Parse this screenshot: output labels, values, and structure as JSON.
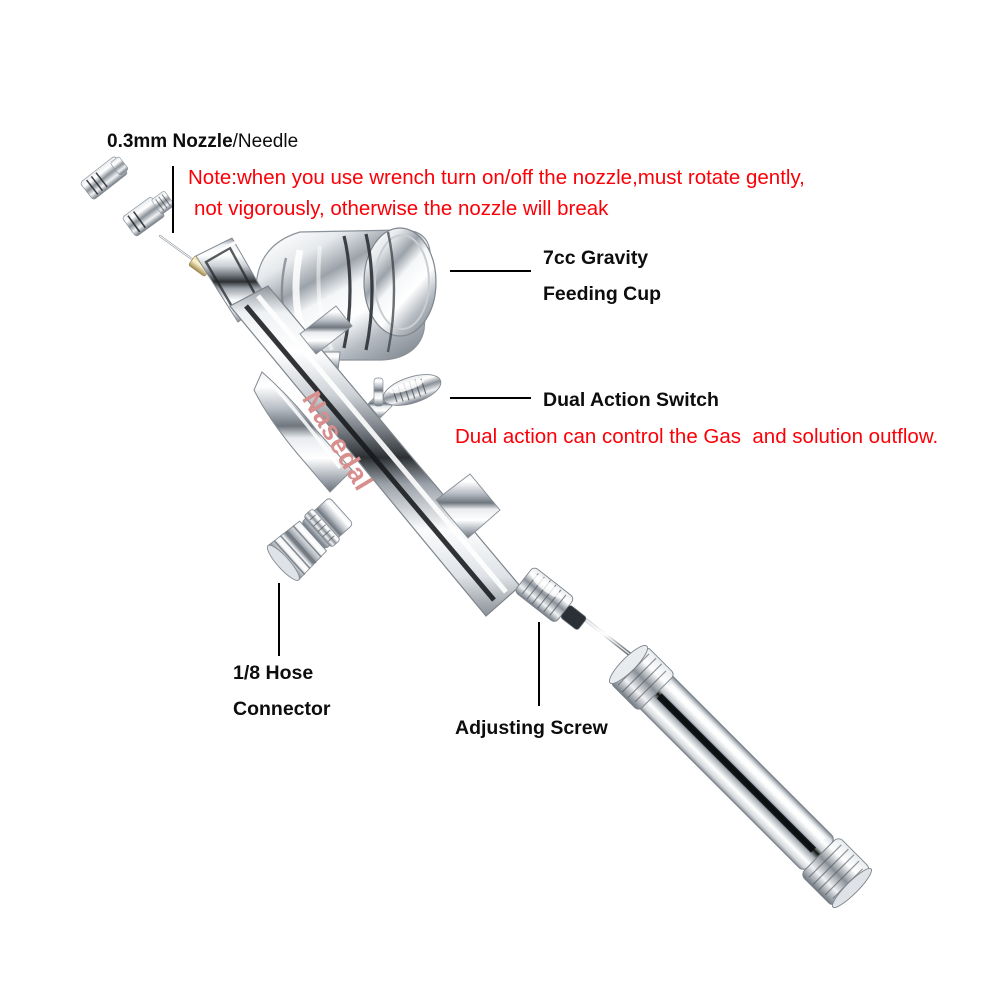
{
  "product": {
    "brand": "Nasedal",
    "type": "airbrush-diagram"
  },
  "labels": {
    "nozzle_bold": "0.3mm Nozzle",
    "nozzle_rest": "/Needle",
    "cup_line1": "7cc Gravity",
    "cup_line2": "Feeding Cup",
    "switch": "Dual Action Switch",
    "hose_line1": "1/8 Hose",
    "hose_line2": "Connector",
    "screw": "Adjusting Screw"
  },
  "notes": {
    "nozzle_warning_line1": "Note:when you use wrench turn on/off the nozzle,must rotate gently,",
    "nozzle_warning_line2": "not vigorously, otherwise the nozzle will break",
    "dual_action": "Dual action can control the Gas  and solution outflow."
  },
  "colors": {
    "note_red": "#fb0007",
    "label_black": "#0d0d0d",
    "brand_rose": "#d98e8e",
    "chrome_light": "#fdfdfd",
    "chrome_mid": "#c9cdd2",
    "chrome_dark": "#5a6068",
    "stripe_black": "#111111",
    "background": "#ffffff"
  },
  "parts": [
    {
      "name": "nozzle-cap-piece-a"
    },
    {
      "name": "nozzle-cap-piece-b"
    },
    {
      "name": "needle-tip"
    },
    {
      "name": "gravity-feeding-cup"
    },
    {
      "name": "airbrush-body"
    },
    {
      "name": "dual-action-trigger"
    },
    {
      "name": "hose-connector"
    },
    {
      "name": "adjusting-screw"
    },
    {
      "name": "needle-shaft"
    },
    {
      "name": "rear-handle"
    }
  ]
}
